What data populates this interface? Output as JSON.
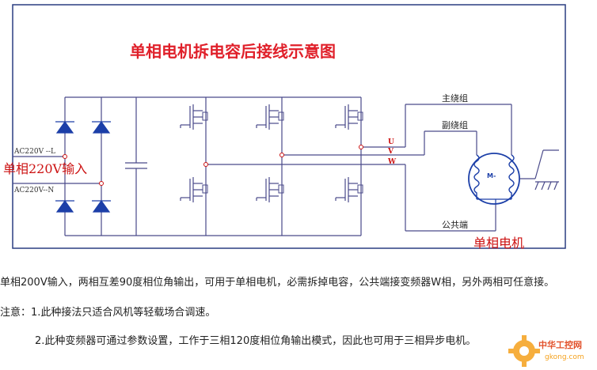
{
  "diagram": {
    "title": "单相电机拆电容后接线示意图",
    "input_label": "单相220V输入",
    "ac_label_L": "AC220V --L",
    "ac_label_N": "AC220V--N",
    "phase_u": "U",
    "phase_v": "V",
    "phase_w": "W",
    "main_winding": "主绕组",
    "aux_winding": "副绕组",
    "common_terminal": "公共端",
    "motor_symbol": "M-",
    "motor_label": "单相电机"
  },
  "notes": {
    "description": "单相200V输入，两相互差90度相位角输出，可用于单相电机，必需拆掉电容，公共端接变频器W相，另外两相可任意接。",
    "note1": "注意：1.此种接法只适合风机等轻载场合调速。",
    "note2": "2.此种变频器可通过参数设置，工作于三相120度相位角输出模式，因此也可用于三相异步电机。"
  },
  "watermark": {
    "text_cn": "中华工控网",
    "text_url": "gkong.com"
  },
  "colors": {
    "wire": "#4a4a8a",
    "title_red": "#e0202a",
    "label_red": "#cc1111",
    "diode_blue": "#1c3fa8",
    "frame": "#2a3d80",
    "watermark_orange": "#f5a11c"
  }
}
